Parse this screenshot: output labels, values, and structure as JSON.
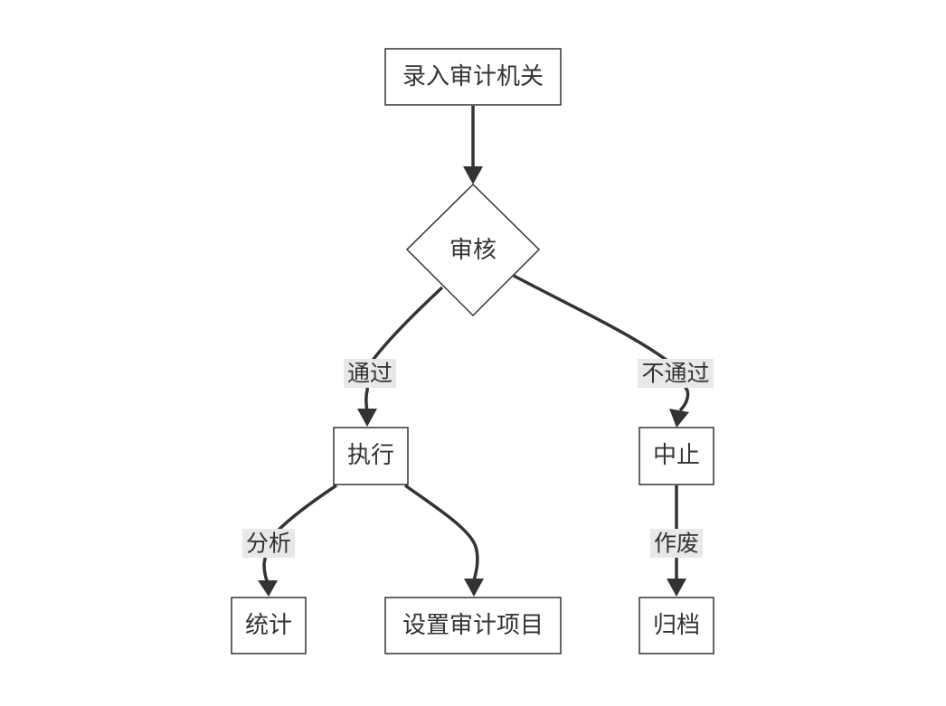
{
  "diagram": {
    "type": "flowchart",
    "nodes": {
      "entry": "录入审计机关",
      "review": "审核",
      "execute": "执行",
      "halt": "中止",
      "stats": "统计",
      "setup": "设置审计项目",
      "archive": "归档"
    },
    "edge_labels": {
      "pass": "通过",
      "fail": "不通过",
      "analyze": "分析",
      "void": "作废"
    },
    "colors": {
      "stroke": "#333333",
      "label_bg": "#e8e8e8",
      "node_fill": "#ffffff"
    }
  }
}
